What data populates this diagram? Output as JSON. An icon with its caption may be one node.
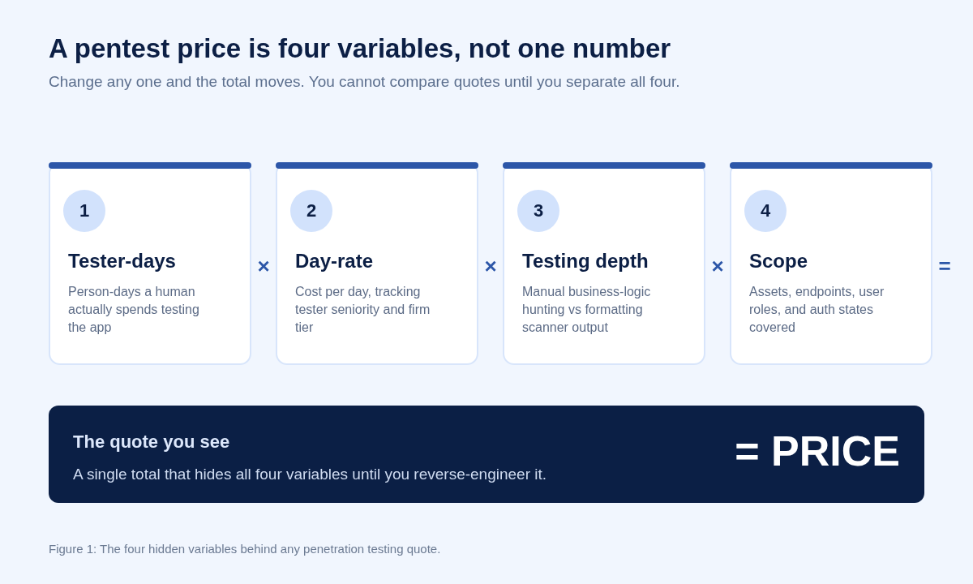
{
  "diagram": {
    "title": "A pentest price is four variables, not one number",
    "caption": "Figure 1: The four hidden variables behind any penetration testing quote.",
    "nodes": [
      {
        "text": [
          "Tester-days",
          "Person-days a human actually spends testing the app"
        ]
      },
      {
        "text": [
          "1"
        ],
        "in": 0
      },
      {
        "text": [
          "Day-rate",
          "Cost per day, tracking tester seniority and firm tier"
        ]
      },
      {
        "text": [
          "2"
        ],
        "in": 2
      },
      {
        "text": [
          "Testing depth",
          "Manual business-logic hunting vs formatting scanner output"
        ]
      },
      {
        "text": [
          "3"
        ],
        "in": 4
      },
      {
        "text": [
          "Scope",
          "Assets, endpoints, user roles, and auth states covered"
        ]
      },
      {
        "text": [
          "4"
        ],
        "in": 6
      },
      {
        "text": [
          "The quote you see",
          "A single total that hides all four variables until you reverse-engineer it.",
          "= PRICE"
        ]
      }
    ],
    "labels": [
      "Change any one and the total moves. You cannot compare quotes until you separate all four.",
      "×",
      "×",
      "×",
      "="
    ]
  }
}
